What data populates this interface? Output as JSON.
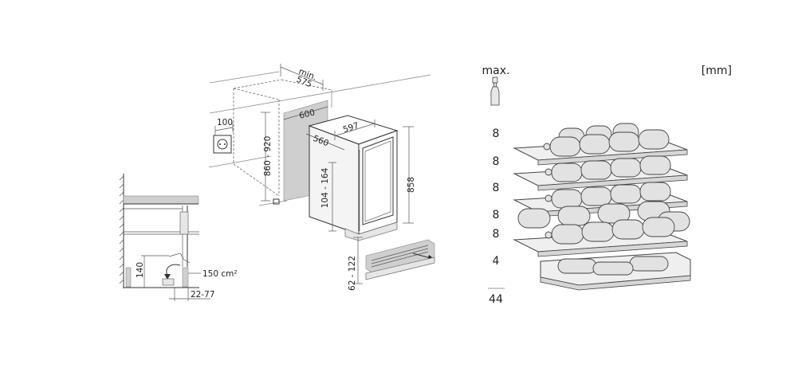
{
  "units": "[mm]",
  "section_view": {
    "labels": {
      "vent_height": "140",
      "vent_area": "150 cm²",
      "foot_gap": "22-77"
    }
  },
  "installation": {
    "labels": {
      "min_depth_prefix": "min.",
      "min_depth": "575",
      "niche_width": "600",
      "outlet_offset": "100",
      "niche_height": "860 - 920",
      "unit_width": "597",
      "unit_depth": "560",
      "plinth_range": "104 - 164",
      "unit_height": "858",
      "foot_range": "62 - 122"
    }
  },
  "capacity": {
    "header": "max.",
    "shelves": [
      "8",
      "8",
      "8",
      "8",
      "8",
      "4"
    ],
    "total": "44"
  }
}
